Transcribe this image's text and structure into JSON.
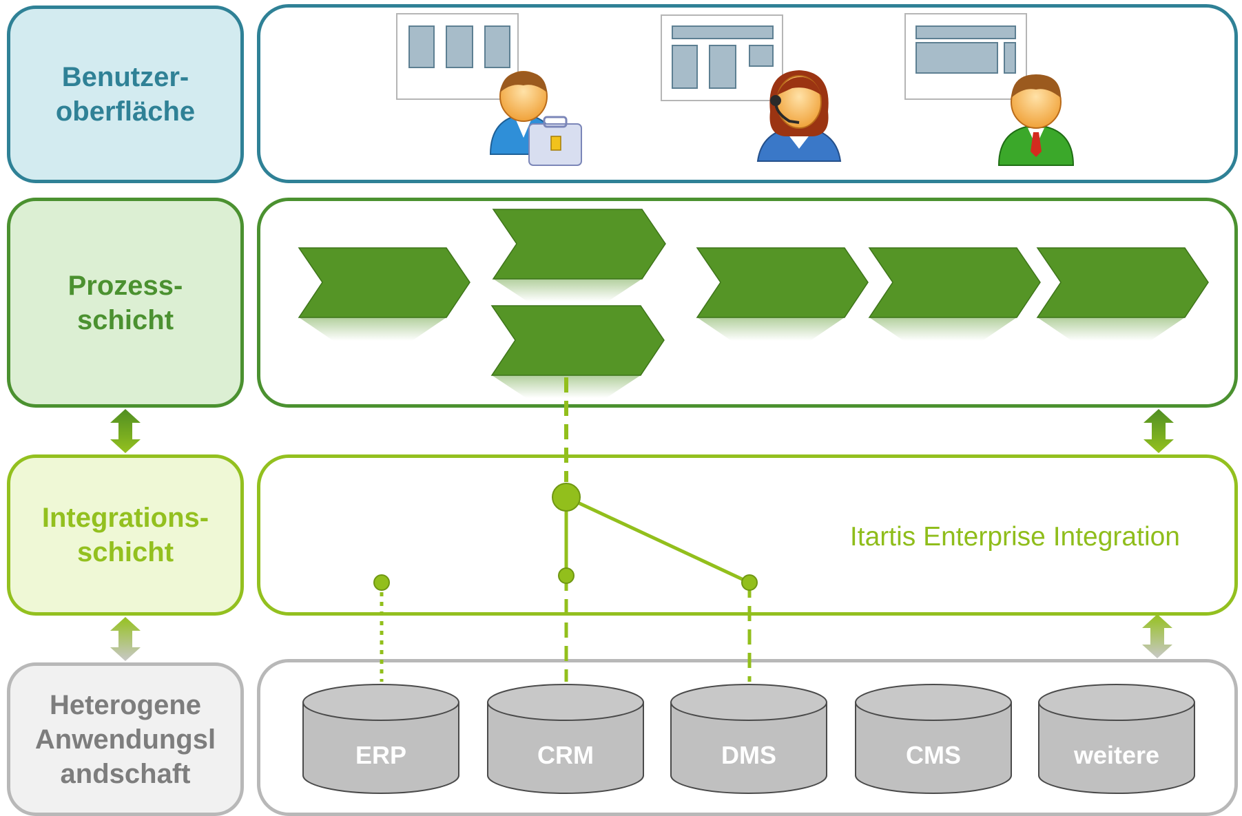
{
  "layers": {
    "ui": {
      "label": "Benutzer-\noberfläche",
      "border": "#2f8196",
      "fill": "#d3ebf0",
      "text": "#2f8196"
    },
    "process": {
      "label": "Prozess-\nschicht",
      "border": "#4b9130",
      "fill": "#dcefd3",
      "text": "#4b9130"
    },
    "integration": {
      "label": "Integrations-\nschicht",
      "border": "#93c01f",
      "fill": "#eff8d6",
      "text": "#93c01f"
    },
    "applications": {
      "label": "Heterogene\nAnwendungsl\nandschaft",
      "border": "#b8b8b8",
      "fill": "#f1f1f1",
      "text": "#7d7d7d"
    }
  },
  "integration_caption": "Itartis Enterprise Integration",
  "systems": [
    "ERP",
    "CRM",
    "DMS",
    "CMS",
    "weitere"
  ],
  "users": [
    {
      "icon": "business-user-icon"
    },
    {
      "icon": "call-center-agent-icon"
    },
    {
      "icon": "user-icon"
    }
  ],
  "colors": {
    "process_arrow": "#559526",
    "connector": "#92bf1c",
    "database": "#c0c0c0",
    "wireframe_block": "#a7bcc9"
  }
}
